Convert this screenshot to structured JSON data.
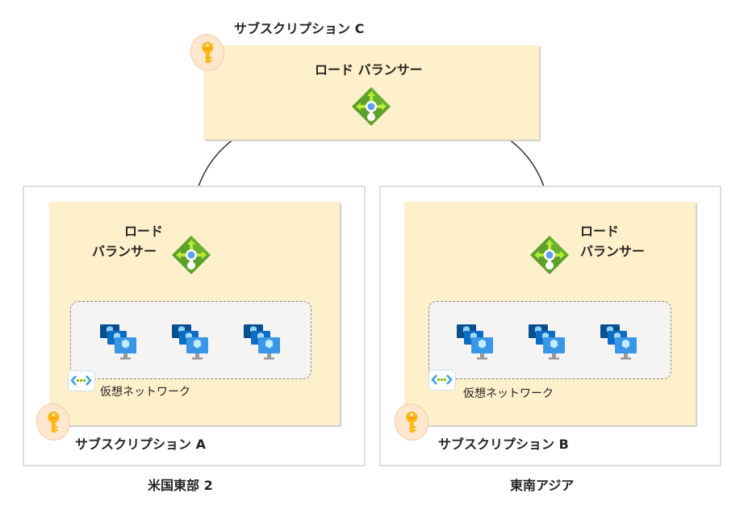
{
  "diagram": {
    "subscription_c": {
      "label": "サブスクリプション C",
      "load_balancer_label": "ロード バランサー"
    },
    "regions": [
      {
        "region_label": "米国東部 2",
        "subscription_label": "サブスクリプション A",
        "load_balancer_label_line1": "ロード",
        "load_balancer_label_line2": "バランサー",
        "vnet_label": "仮想ネットワーク",
        "vm_scale_sets": 3
      },
      {
        "region_label": "東南アジア",
        "subscription_label": "サブスクリプション B",
        "load_balancer_label_line1": "ロード",
        "load_balancer_label_line2": "バランサー",
        "vnet_label": "仮想ネットワーク",
        "vm_scale_sets": 3
      }
    ],
    "icons": {
      "subscription": "key-icon",
      "load_balancer": "load-balancer-icon",
      "vm": "virtual-machine-scale-set-icon",
      "vnet": "virtual-network-icon"
    },
    "colors": {
      "subscription_fill": "#fff0cc",
      "region_border": "#e1dfdd",
      "vnet_fill": "#f5f4f2",
      "lb_green": "#5ea02c",
      "vm_blue": "#0078d4",
      "key_gold": "#fdb913"
    }
  }
}
